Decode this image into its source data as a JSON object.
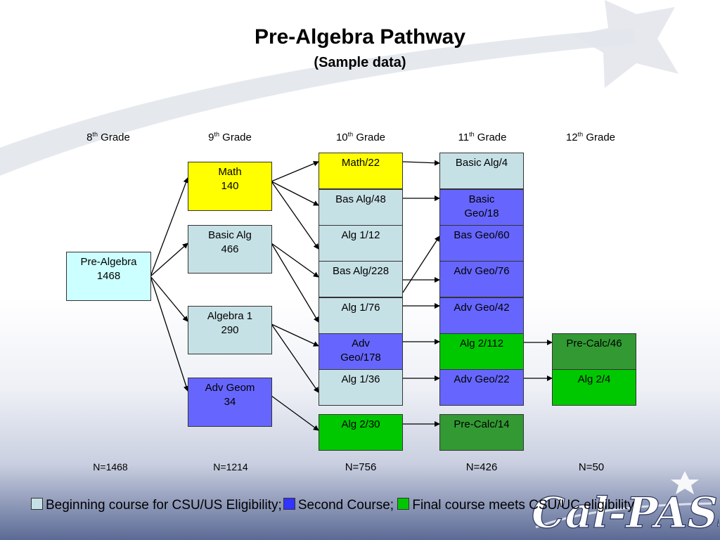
{
  "title": "Pre-Algebra Pathway",
  "subtitle": "(Sample data)",
  "grades": [
    {
      "num": "8",
      "sup": "th",
      "label": "Grade"
    },
    {
      "num": "9",
      "sup": "th",
      "label": "Grade"
    },
    {
      "num": "10",
      "sup": "th",
      "label": "Grade"
    },
    {
      "num": "11",
      "sup": "th",
      "label": "Grade"
    },
    {
      "num": "12",
      "sup": "th",
      "label": "Grade"
    }
  ],
  "g8": [
    {
      "line1": "Pre-Algebra",
      "line2": "1468"
    }
  ],
  "g9": [
    {
      "line1": "Math",
      "line2": "140"
    },
    {
      "line1": "Basic Alg",
      "line2": "466"
    },
    {
      "line1": "Algebra 1",
      "line2": "290"
    },
    {
      "line1": "Adv Geom",
      "line2": "34"
    }
  ],
  "g10": [
    {
      "line1": "Math/22",
      "line2": ""
    },
    {
      "line1": "Bas Alg/48",
      "line2": ""
    },
    {
      "line1": "Alg 1/12",
      "line2": ""
    },
    {
      "line1": "Bas Alg/228",
      "line2": ""
    },
    {
      "line1": "Alg 1/76",
      "line2": ""
    },
    {
      "line1": "Adv",
      "line2": "Geo/178"
    },
    {
      "line1": "Alg 1/36",
      "line2": ""
    },
    {
      "line1": "Alg 2/30",
      "line2": ""
    }
  ],
  "g11": [
    {
      "line1": "Basic Alg/4",
      "line2": ""
    },
    {
      "line1": "Basic",
      "line2": "Geo/18"
    },
    {
      "line1": "Bas Geo/60",
      "line2": ""
    },
    {
      "line1": "Adv Geo/76",
      "line2": ""
    },
    {
      "line1": "Adv Geo/42",
      "line2": ""
    },
    {
      "line1": "Alg 2/112",
      "line2": ""
    },
    {
      "line1": "Adv Geo/22",
      "line2": ""
    },
    {
      "line1": "Pre-Calc/14",
      "line2": ""
    }
  ],
  "g12": [
    {
      "line1": "Pre-Calc/46",
      "line2": ""
    },
    {
      "line1": "Alg 2/4",
      "line2": ""
    }
  ],
  "counts": [
    "N=1468",
    "N=1214",
    "N=756",
    "N=426",
    "N=50"
  ],
  "legend": {
    "item1": "Beginning course for CSU/US Eligibility;",
    "item2": "Second Course;",
    "item3": "Final course meets CSU/UC eligibility"
  },
  "logo_text": "Cal-PASS",
  "colors": {
    "beginning": "#c6e1e6",
    "second": "#6666ff",
    "final": "#00c800",
    "math": "#ffff00",
    "precalc": "#339933",
    "start": "#ccffff"
  }
}
